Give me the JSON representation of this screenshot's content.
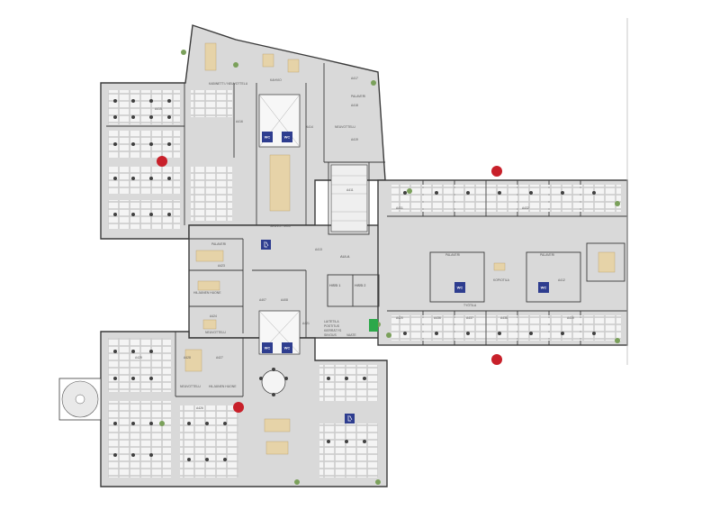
{
  "colors": {
    "floor": "#d9d9d9",
    "wall": "#3a3a3a",
    "furniture": "#f2f2f2",
    "desk_wood": "#e6d3a8",
    "chair": "#404040",
    "wc_blue": "#2e3d8f",
    "marker_red": "#c8202a",
    "plant": "#7aa05a",
    "green_accent": "#2da84a"
  },
  "wc": {
    "label": "WC"
  },
  "markers": [],
  "rooms": {
    "kabinetti_neuvottelu": "KABINETTI / NEUVOTTELU",
    "kahvio": "KAHVIO",
    "palaveri_nw": "PALAVERI",
    "neuvottelu_nw": "NEUVOTTELU",
    "neuvottelu_center": "NEUVOTTELU",
    "palaveri_w": "PALAVERI",
    "hiljainen_huone_1": "HILJAINEN HUONE",
    "neuvottelu_sw": "NEUVOTTELU",
    "neuvottelu_sw2": "NEUVOTTELU",
    "hiljainen_huone_2": "HILJAINEN HUONE",
    "aula": "AULA",
    "hissi_1": "HISSI 1",
    "hissi_2": "HISSI 2",
    "palaveri_e": "PALAVERI",
    "palaveri_e2": "PALAVERI",
    "kopiotila": "KOPIOTILA",
    "tyotila": "TYÖTILA",
    "laitetila": "LAITETILA",
    "postitus": "POSTITUS",
    "kierratys": "KIERRÄTYS",
    "siivous": "SIIVOUS",
    "vaate": "VAATE"
  },
  "room_ids": {
    "a415": "A415",
    "a414": "A414",
    "a416": "A416",
    "a417": "A417",
    "a418": "A418",
    "a419": "A419",
    "a412": "A412",
    "a413": "A413",
    "a423": "A423",
    "a424": "A424",
    "a426": "A426",
    "a427": "A427",
    "a428": "A428",
    "a429": "A429",
    "a431": "A431",
    "a432": "A432",
    "a437": "A437",
    "a438": "A438",
    "a439": "A439",
    "a436": "A436",
    "a420": "A420",
    "a421": "A421",
    "a411": "A411",
    "a408": "A408",
    "a407": "A407"
  }
}
